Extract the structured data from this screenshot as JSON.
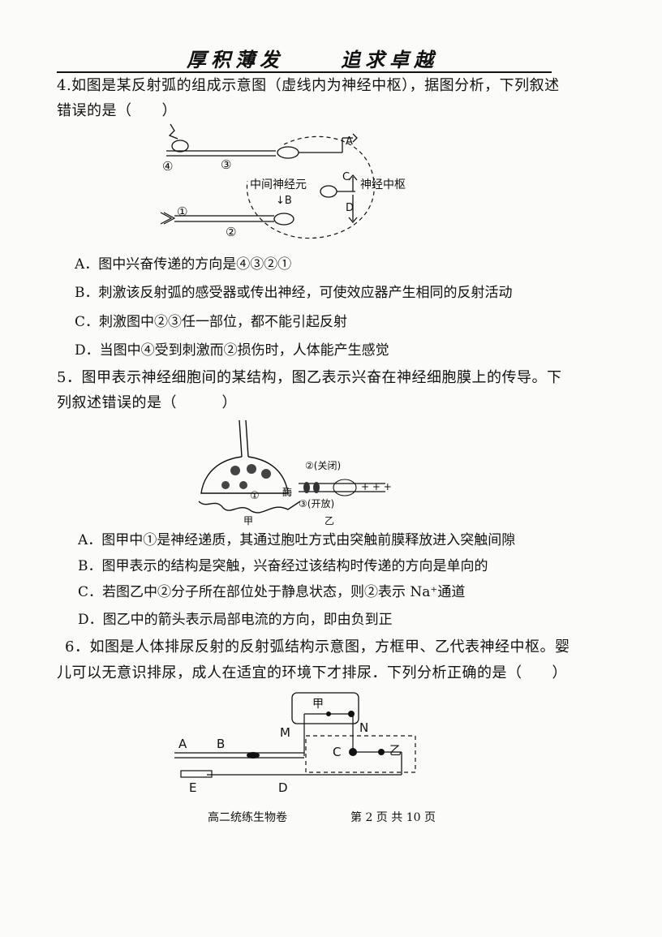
{
  "header": {
    "left": "厚积薄发",
    "right": "追求卓越"
  },
  "q4": {
    "stem_line1": "4.如图是某反射弧的组成示意图（虚线内为神经中枢），据图分析，下列叙述",
    "stem_line2": "错误的是（　　）",
    "figure": {
      "label_4": "④",
      "label_3": "③",
      "label_1": "①",
      "label_2": "②",
      "label_A": "A",
      "label_C": "C",
      "label_D": "D",
      "label_B": "↓B",
      "label_interneuron": "中间神经元",
      "label_center": "神经中枢"
    },
    "options": [
      "A．图中兴奋传递的方向是④③②①",
      "B．刺激该反射弧的感受器或传出神经，可使效应器产生相同的反射活动",
      "C．刺激图中②③任一部位，都不能引起反射",
      "D．当图中④受到刺激而②损伤时，人体能产生感觉"
    ]
  },
  "q5": {
    "stem_line1": "5．图甲表示神经细胞间的某结构，图乙表示兴奋在神经细胞膜上的传导。下",
    "stem_line2": "列叙述错误的是（　　　）",
    "figure": {
      "label_1": "①",
      "label_2": "②(关闭)",
      "label_3": "③(开放)",
      "label_jia": "甲",
      "label_yi": "乙",
      "label_mei": "酶"
    },
    "options": [
      "A．图甲中①是神经递质，其通过胞吐方式由突触前膜释放进入突触间隙",
      "B．图甲表示的结构是突触，兴奋经过该结构时传递的方向是单向的",
      "C．若图乙中②分子所在部位处于静息状态，则②表示 Na⁺通道",
      "D．图乙中的箭头表示局部电流的方向，即由负到正"
    ]
  },
  "q6": {
    "stem_line1": "6．如图是人体排尿反射的反射弧结构示意图，方框甲、乙代表神经中枢。婴",
    "stem_line2": "儿可以无意识排尿，成人在适宜的环境下才排尿．下列分析正确的是（　　）",
    "figure": {
      "label_A": "A",
      "label_B": "B",
      "label_M": "M",
      "label_N": "N",
      "label_C": "C",
      "label_D": "D",
      "label_E": "E",
      "label_jia": "甲",
      "label_yi": "乙"
    }
  },
  "footer": {
    "left": "高二统练生物卷",
    "right": "第 2 页 共 10 页"
  }
}
